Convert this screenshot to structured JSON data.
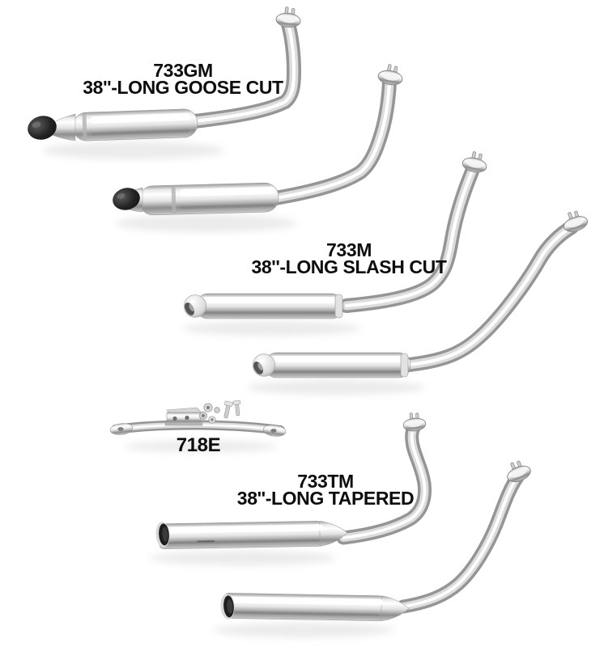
{
  "image": {
    "background": "#ffffff",
    "label_text_color": "#0d0d0d"
  },
  "products": {
    "goose_cut": {
      "code": "733GM",
      "desc": "38''-LONG GOOSE CUT"
    },
    "slash_cut": {
      "code": "733M",
      "desc": "38''-LONG SLASH CUT"
    },
    "bracket": {
      "code": "718E"
    },
    "tapered": {
      "code": "733TM",
      "desc": "38''-LONG TAPERED"
    }
  },
  "illustration": {
    "sets": [
      "goose-cut-exhaust-pipe-pair",
      "slash-cut-exhaust-pipe-pair",
      "mounting-bracket-with-hardware",
      "tapered-exhaust-pipe-pair"
    ],
    "colors": {
      "chrome_highlight": "#ffffff",
      "chrome_mid": "#d9d9d9",
      "chrome_edge": "#8e8e8e",
      "goose_tip_black": "#141414",
      "open_tip_dark": "#1e1e1e"
    }
  }
}
